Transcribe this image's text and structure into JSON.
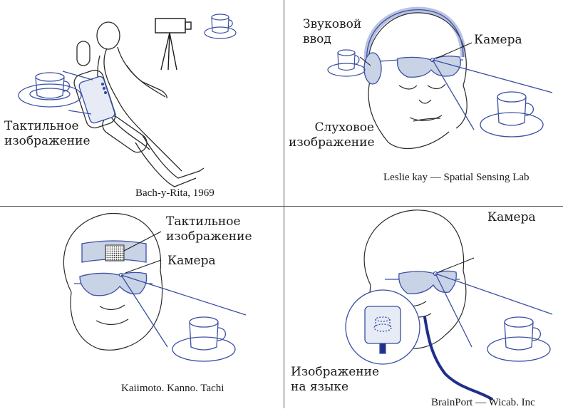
{
  "panels": {
    "top_left": {
      "label_tactile": "Тактильное\nизображение",
      "caption": "Bach-y-Rita, 1969"
    },
    "top_right": {
      "label_sound_input": "Звуковой\nввод",
      "label_camera": "Камера",
      "label_auditory_image": "Слуховое\nизображение",
      "caption": "Leslie kay — Spatial Sensing Lab"
    },
    "bottom_left": {
      "label_tactile": "Тактильное\nизображение",
      "label_camera": "Камера",
      "caption": "Kaiimoto. Kanno. Tachi"
    },
    "bottom_right": {
      "label_camera": "Камера",
      "label_tongue_image": "Изображение\nна языке",
      "caption": "BrainPort — Wicab. Inc"
    }
  },
  "colors": {
    "line": "#2a2a2a",
    "device_blue": "#3a4fa3",
    "device_fill": "#c9d3e6",
    "cable_dark_blue": "#1f2f8a"
  }
}
